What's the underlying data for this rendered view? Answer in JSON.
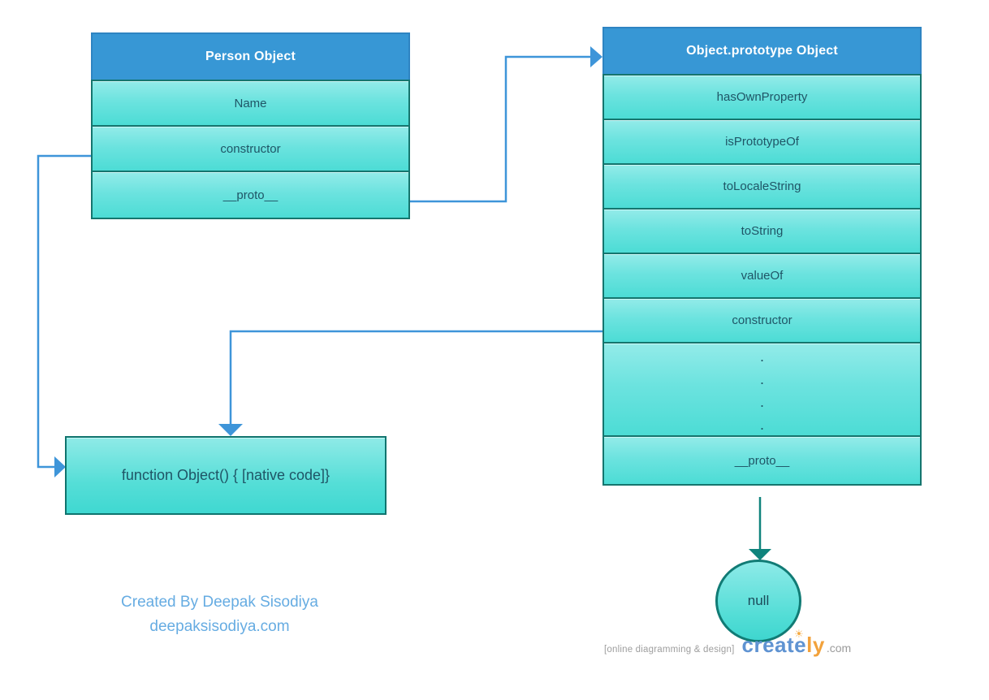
{
  "person_table": {
    "title": "Person Object",
    "rows": [
      "Name",
      "constructor",
      "__proto__"
    ]
  },
  "prototype_table": {
    "title": "Object.prototype Object",
    "rows": [
      "hasOwnProperty",
      "isPrototypeOf",
      "toLocaleString",
      "toString",
      "valueOf",
      "constructor"
    ],
    "dots": ".\n.\n.\n.",
    "proto_row": "__proto__"
  },
  "function_box": {
    "label": "function Object() { [native code]}"
  },
  "null_node": {
    "label": "null"
  },
  "credit": {
    "line1": "Created By Deepak Sisodiya",
    "line2": "deepaksisodiya.com"
  },
  "watermark": {
    "tagline": "[online diagramming & design]",
    "brand_part1": "creat",
    "brand_e": "e",
    "brand_part2": "ly",
    "sun_icon": "☀",
    "domain_suffix": ".com"
  },
  "colors": {
    "header_blue": "#3797D5",
    "row_teal_top": "#93EBE9",
    "row_teal_bottom": "#4CDCD5",
    "row_border_teal": "#15756E",
    "arrow_blue": "#3E95D9",
    "arrow_teal": "#0F837C",
    "credit_blue": "#66ACE2",
    "brand_blue": "#5F93D2",
    "brand_orange": "#F2A23C",
    "watermark_gray": "#9E9E9E",
    "text_dark_teal": "#1F5566"
  }
}
